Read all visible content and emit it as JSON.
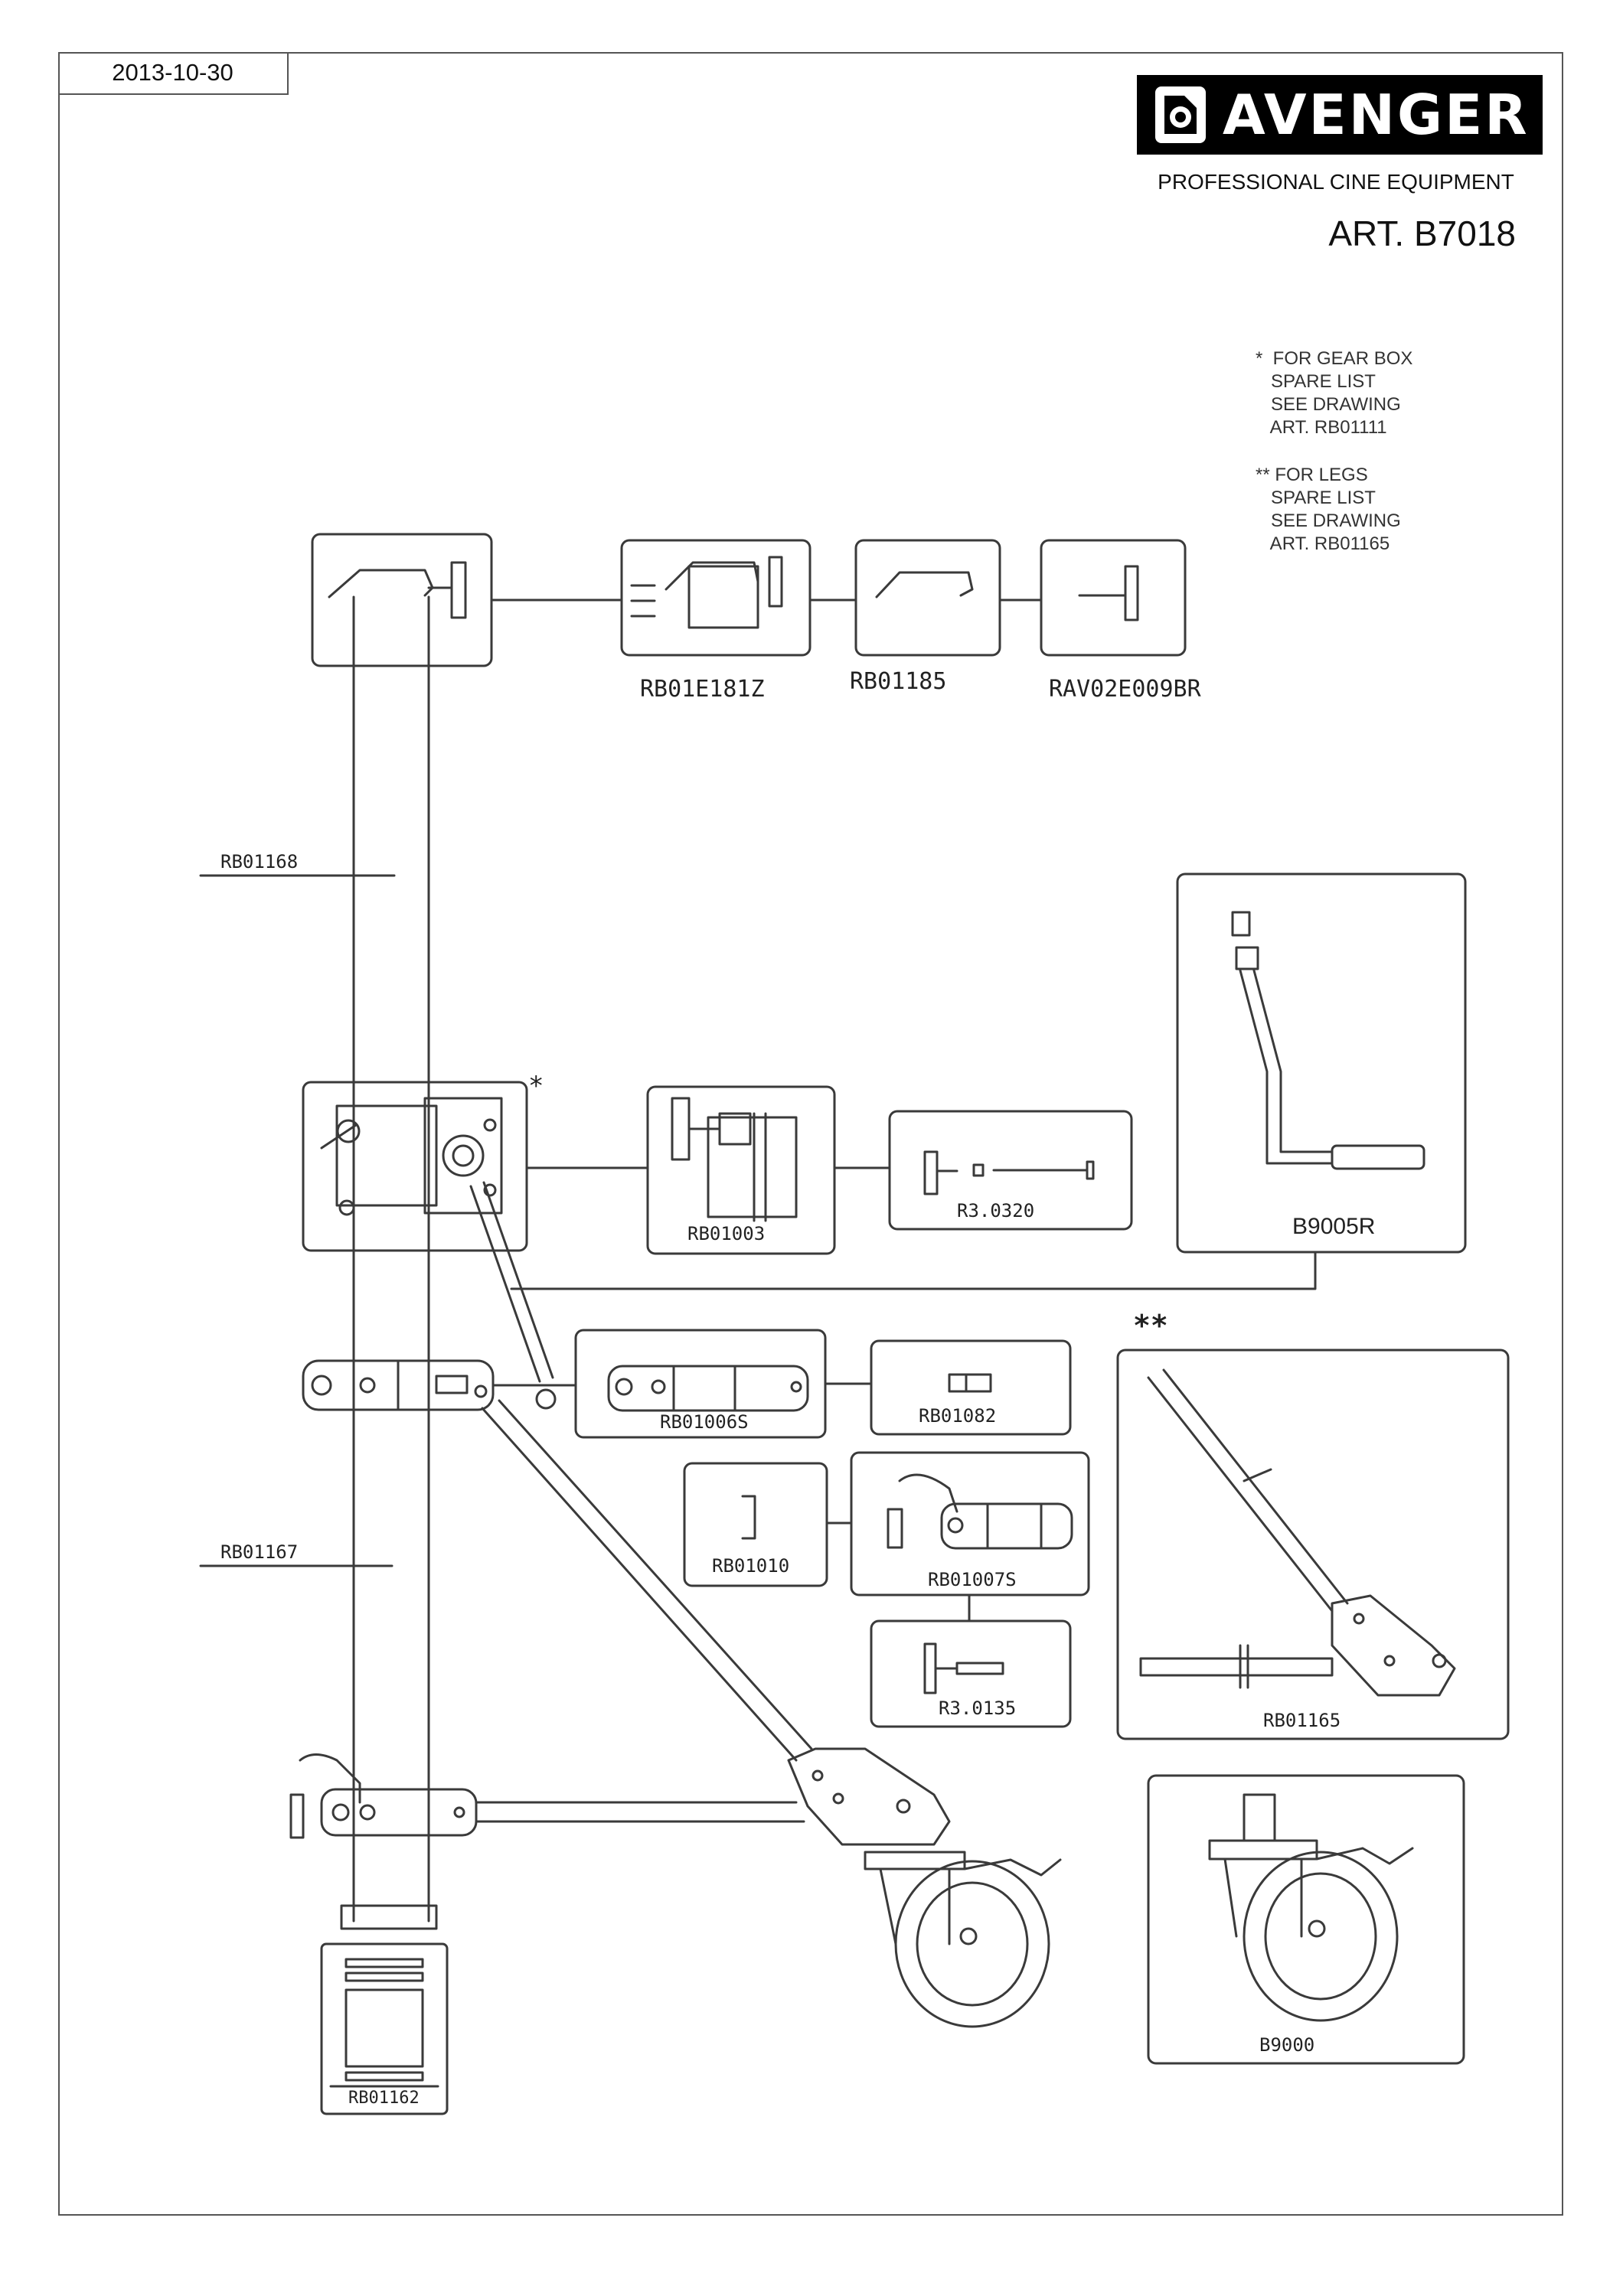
{
  "header": {
    "date": "2013-10-30",
    "brand": "AVENGER",
    "subtitle": "PROFESSIONAL CINE EQUIPMENT",
    "article": "ART. B7018"
  },
  "notes": [
    "*  FOR GEAR BOX\n   SPARE LIST\n   SEE DRAWING\n   ART. RB01111",
    "** FOR LEGS\n   SPARE LIST\n   SEE DRAWING\n   ART. RB01165"
  ],
  "parts": {
    "rb01e181z": "RB01E181Z",
    "rb01185": "RB01185",
    "rav02e009br": "RAV02E009BR",
    "rb01168": "RB01168",
    "rb01167": "RB01167",
    "rb01003": "RB01003",
    "r3_0320": "R3.0320",
    "b9005r": "B9005R",
    "rb01006s": "RB01006S",
    "rb01082": "RB01082",
    "rb01010": "RB01010",
    "rb01007s": "RB01007S",
    "r3_0135": "R3.0135",
    "rb01165": "RB01165",
    "b9000": "B9000",
    "rb01162": "RB01162"
  },
  "markers": {
    "gearbox": "*",
    "legs": "**"
  },
  "colors": {
    "line": "#3a3a3a",
    "box": "#4a4a4a",
    "logo_bg": "#000000",
    "logo_fg": "#ffffff"
  },
  "icons": {
    "logo": "avenger-logo-icon"
  }
}
